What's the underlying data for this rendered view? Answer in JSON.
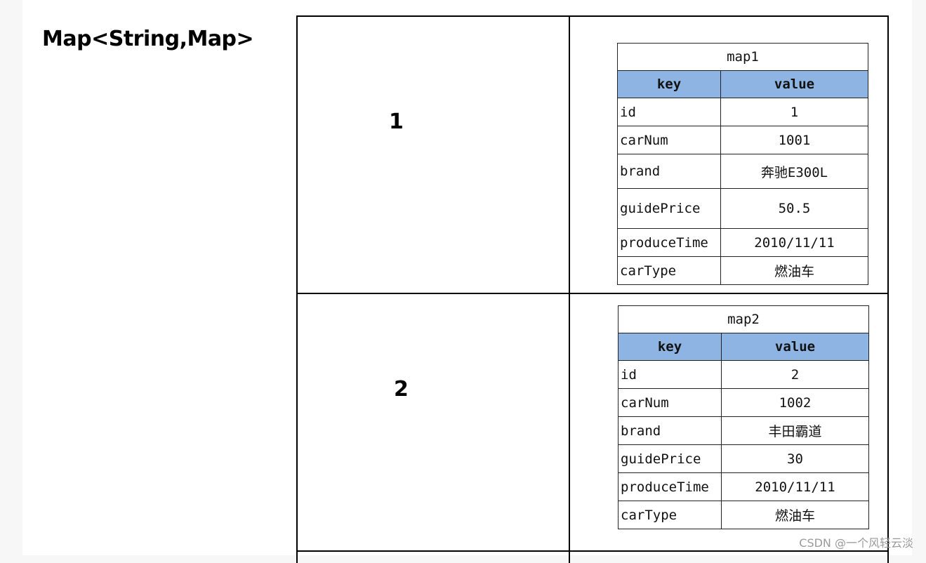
{
  "heading": "Map<String,Map>",
  "rows": [
    {
      "key": "1",
      "map_title": "map1",
      "col_key": "key",
      "col_value": "value",
      "entries": [
        {
          "k": "id",
          "v": "1"
        },
        {
          "k": "carNum",
          "v": "1001"
        },
        {
          "k": "brand",
          "v": "奔驰E300L"
        },
        {
          "k": "guidePrice",
          "v": "50.5"
        },
        {
          "k": "produceTime",
          "v": "2010/11/11"
        },
        {
          "k": "carType",
          "v": "燃油车"
        }
      ]
    },
    {
      "key": "2",
      "map_title": "map2",
      "col_key": "key",
      "col_value": "value",
      "entries": [
        {
          "k": "id",
          "v": "2"
        },
        {
          "k": "carNum",
          "v": "1002"
        },
        {
          "k": "brand",
          "v": "丰田霸道"
        },
        {
          "k": "guidePrice",
          "v": "30"
        },
        {
          "k": "produceTime",
          "v": "2010/11/11"
        },
        {
          "k": "carType",
          "v": "燃油车"
        }
      ]
    }
  ],
  "watermark": "CSDN @一个风轻云淡"
}
